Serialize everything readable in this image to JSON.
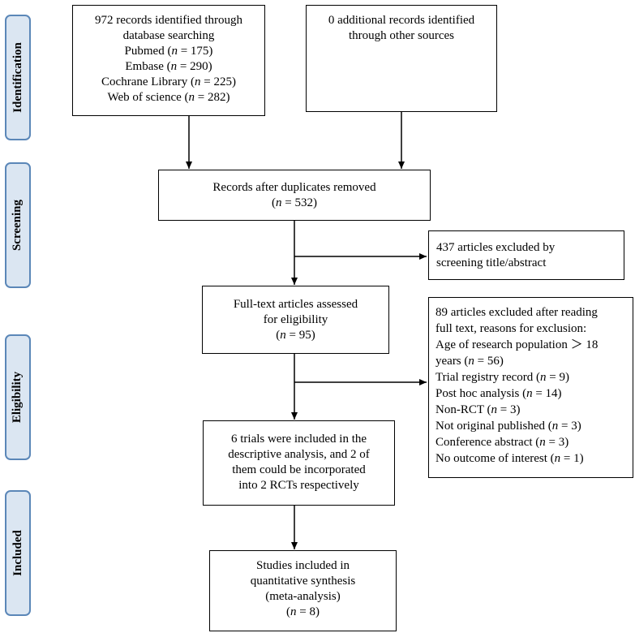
{
  "phases": {
    "identification": "Identification",
    "screening": "Screening",
    "eligibility": "Eligibility",
    "included": "Included"
  },
  "boxes": {
    "database_search": [
      "972 records identified through",
      "database searching",
      "Pubmed (n = 175)",
      "Embase (n = 290)",
      "Cochrane Library (n = 225)",
      "Web of science (n = 282)"
    ],
    "other_sources": [
      "0 additional records identified",
      "through other sources"
    ],
    "after_duplicates": [
      "Records after duplicates removed",
      "(n = 532)"
    ],
    "excluded_screening": [
      "437 articles excluded by",
      "screening title/abstract"
    ],
    "full_text": [
      "Full-text articles assessed",
      "for eligibility",
      "(n = 95)"
    ],
    "excluded_full_text": [
      "89 articles excluded after reading",
      "full text, reasons for exclusion:",
      "Age of research population ＞ 18",
      "years (n = 56)",
      "Trial registry record (n = 9)",
      "Post hoc analysis (n = 14)",
      "Non-RCT (n = 3)",
      "Not original published (n = 3)",
      "Conference abstract (n = 3)",
      "No outcome of interest (n = 1)"
    ],
    "descriptive": [
      "6 trials were included in the",
      "descriptive analysis, and 2 of",
      "them could be incorporated",
      "into 2 RCTs respectively"
    ],
    "quantitative": [
      "Studies included in",
      "quantitative synthesis",
      "(meta-analysis)",
      "(n = 8)"
    ]
  }
}
